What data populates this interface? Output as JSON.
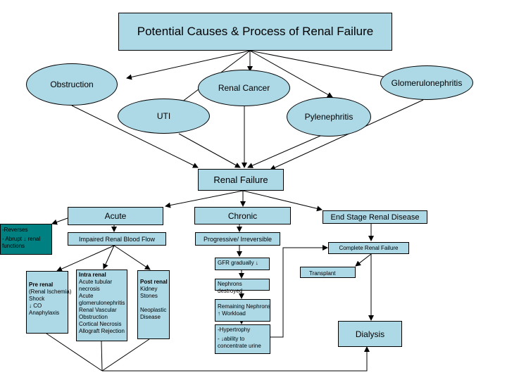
{
  "title": "Potential Causes & Process of Renal Failure",
  "causes": {
    "obstruction": "Obstruction",
    "renal_cancer": "Renal Cancer",
    "glomerulonephritis": "Glomerulonephritis",
    "uti": "UTI",
    "pylenephritis": "Pylenephritis"
  },
  "renal_failure": "Renal Failure",
  "acute": {
    "label": "Acute",
    "reverses_note": [
      "-Reverses",
      "- Abrupt ↓ renal",
      "functions"
    ],
    "impaired_flow": "Impaired Renal Blood Flow",
    "pre_renal": {
      "title": "Pre renal",
      "items": [
        "(Renal Ischemia)",
        "Shock",
        "↓ CO",
        " Anaphylaxis"
      ]
    },
    "intra_renal": {
      "title": "Intra renal",
      "items": [
        "Acute tubular",
        "necrosis",
        "Acute",
        "glomerulonephritis",
        "Renal Vascular",
        "Obstruction",
        "Cortical Necrosis",
        "Allograft Rejection"
      ]
    },
    "post_renal": {
      "title": "Post renal",
      "items": [
        "Kidney",
        "Stones",
        "",
        "Neoplastic",
        " Disease"
      ]
    }
  },
  "chronic": {
    "label": "Chronic",
    "progressive": "Progressive/ Irreversible",
    "gfr": "GFR gradually ↓",
    "nephrons_destroyed": "Nephrons destroyed",
    "remaining": [
      "Remaining Nephrons",
      "↑ Workload"
    ],
    "hypertrophy": [
      "-Hypertrophy",
      "- ↓ability to",
      "concentrate urine"
    ]
  },
  "esrd": {
    "label": "End Stage Renal Disease",
    "complete": "Complete Renal Failure",
    "transplant": "Transplant",
    "dialysis": "Dialysis"
  },
  "colors": {
    "box_fill": "#add8e6",
    "note_fill": "#008080",
    "line": "#000000"
  }
}
